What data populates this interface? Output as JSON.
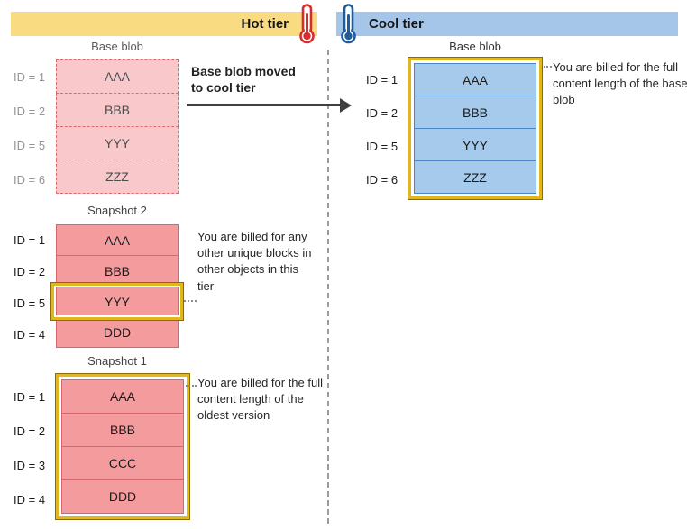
{
  "hot_tier": {
    "label": "Hot tier",
    "icon": "thermometer-hot-icon",
    "base_blob": {
      "title": "Base blob",
      "rows": [
        {
          "id": "ID = 1",
          "block": "AAA"
        },
        {
          "id": "ID = 2",
          "block": "BBB"
        },
        {
          "id": "ID = 5",
          "block": "YYY"
        },
        {
          "id": "ID = 6",
          "block": "ZZZ"
        }
      ]
    },
    "move_note": "Base blob moved to cool tier",
    "snapshot2": {
      "title": "Snapshot 2",
      "rows": [
        {
          "id": "ID = 1",
          "block": "AAA"
        },
        {
          "id": "ID = 2",
          "block": "BBB"
        },
        {
          "id": "ID = 5",
          "block": "YYY"
        },
        {
          "id": "ID = 4",
          "block": "DDD"
        }
      ],
      "highlighted_block": "YYY",
      "annotation": "You are billed for any other unique blocks in other objects in this tier"
    },
    "snapshot1": {
      "title": "Snapshot 1",
      "rows": [
        {
          "id": "ID = 1",
          "block": "AAA"
        },
        {
          "id": "ID = 2",
          "block": "BBB"
        },
        {
          "id": "ID = 3",
          "block": "CCC"
        },
        {
          "id": "ID = 4",
          "block": "DDD"
        }
      ],
      "annotation": "You are billed for the full content length of the oldest version"
    }
  },
  "cool_tier": {
    "label": "Cool tier",
    "icon": "thermometer-cold-icon",
    "base_blob": {
      "title": "Base blob",
      "rows": [
        {
          "id": "ID = 1",
          "block": "AAA"
        },
        {
          "id": "ID = 2",
          "block": "BBB"
        },
        {
          "id": "ID = 5",
          "block": "YYY"
        },
        {
          "id": "ID = 6",
          "block": "ZZZ"
        }
      ],
      "annotation": "You are billed for the full content length of the base blob"
    }
  },
  "colors": {
    "hot_bar": "#F9DC81",
    "cool_bar": "#A5C6E8",
    "hot_accent": "#D62E2E",
    "cool_accent": "#1E5C9B",
    "faded_block_fill": "#F8C8CB",
    "faded_block_border": "#E0696E",
    "hot_block_fill": "#F49B9E",
    "hot_block_border": "#D4686C",
    "cool_block_fill": "#A6CAEB",
    "cool_block_border": "#4A86C5",
    "highlight_gold": "#E2B71E"
  }
}
